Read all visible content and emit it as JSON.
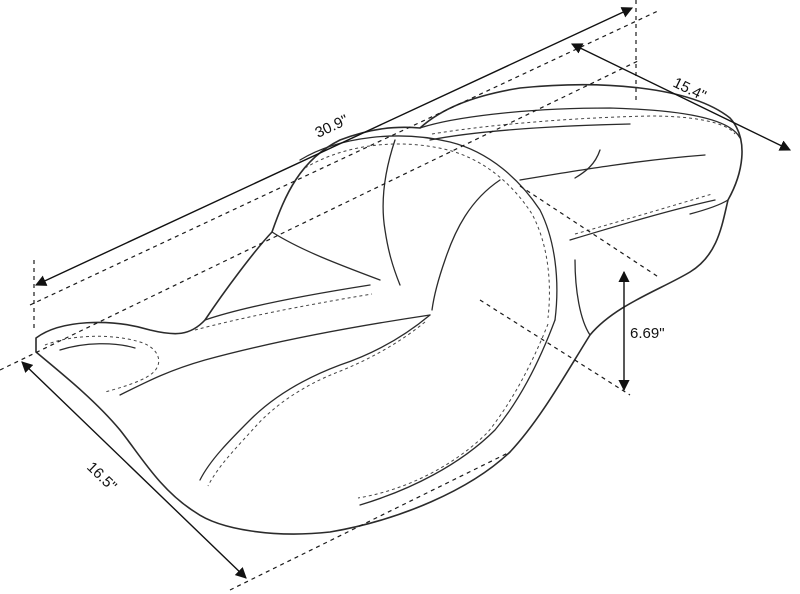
{
  "dimensions": {
    "length": "30.9\"",
    "width": "15.4\"",
    "height": "6.69\"",
    "front_width": "16.5\""
  },
  "colors": {
    "line": "#2b2b2b",
    "background": "#ffffff"
  }
}
